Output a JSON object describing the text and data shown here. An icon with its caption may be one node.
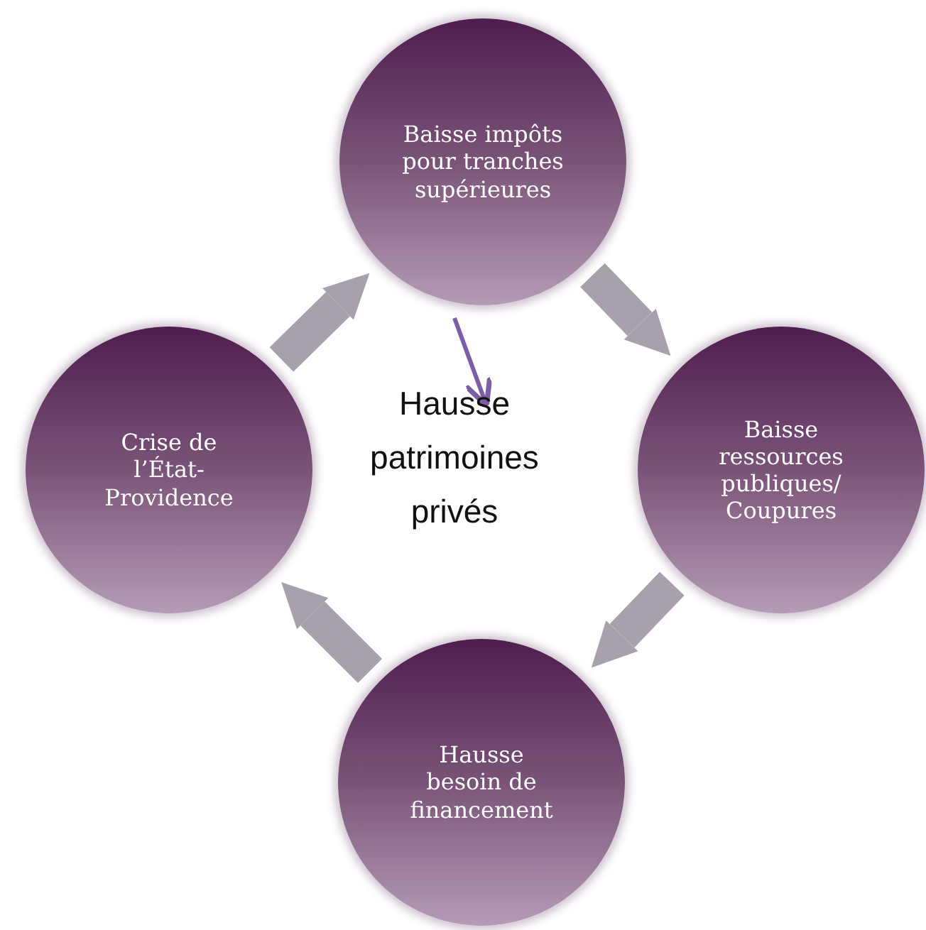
{
  "diagram": {
    "nodes": [
      {
        "text": [
          "Baisse impôts pour tranches supérieures"
        ]
      },
      {
        "text": [
          "Baisse ressources publiques/ Coupures"
        ]
      },
      {
        "text": [
          "Hausse besoin de financement"
        ]
      },
      {
        "text": [
          "Crise de l’État-Providence"
        ]
      },
      {
        "text": [
          "Hausse patrimoines privés"
        ]
      }
    ],
    "edges": [
      {
        "from": 0,
        "to": 1,
        "arrow": "to"
      },
      {
        "from": 1,
        "to": 2,
        "arrow": "to"
      },
      {
        "from": 2,
        "to": 3,
        "arrow": "to"
      },
      {
        "from": 3,
        "to": 0,
        "arrow": "to"
      },
      {
        "from": 0,
        "to": 4,
        "arrow": "to",
        "color": "#7b5ea7"
      }
    ]
  }
}
